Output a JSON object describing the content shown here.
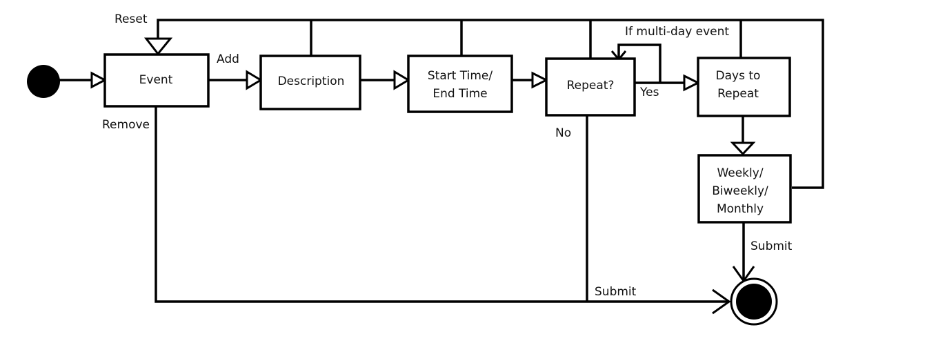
{
  "nodes": {
    "event": {
      "lines": [
        "Event"
      ]
    },
    "description": {
      "lines": [
        "Description"
      ]
    },
    "start_end": {
      "lines": [
        "Start Time/",
        "End Time"
      ]
    },
    "repeat": {
      "lines": [
        "Repeat?"
      ]
    },
    "days": {
      "lines": [
        "Days to",
        "Repeat"
      ]
    },
    "weekly": {
      "lines": [
        "Weekly/",
        "Biweekly/",
        "Monthly"
      ]
    }
  },
  "edge_labels": {
    "reset": "Reset",
    "add": "Add",
    "remove": "Remove",
    "multi_day": "If multi-day event",
    "yes": "Yes",
    "no": "No",
    "submit_weekly": "Submit",
    "submit_bottom": "Submit"
  }
}
